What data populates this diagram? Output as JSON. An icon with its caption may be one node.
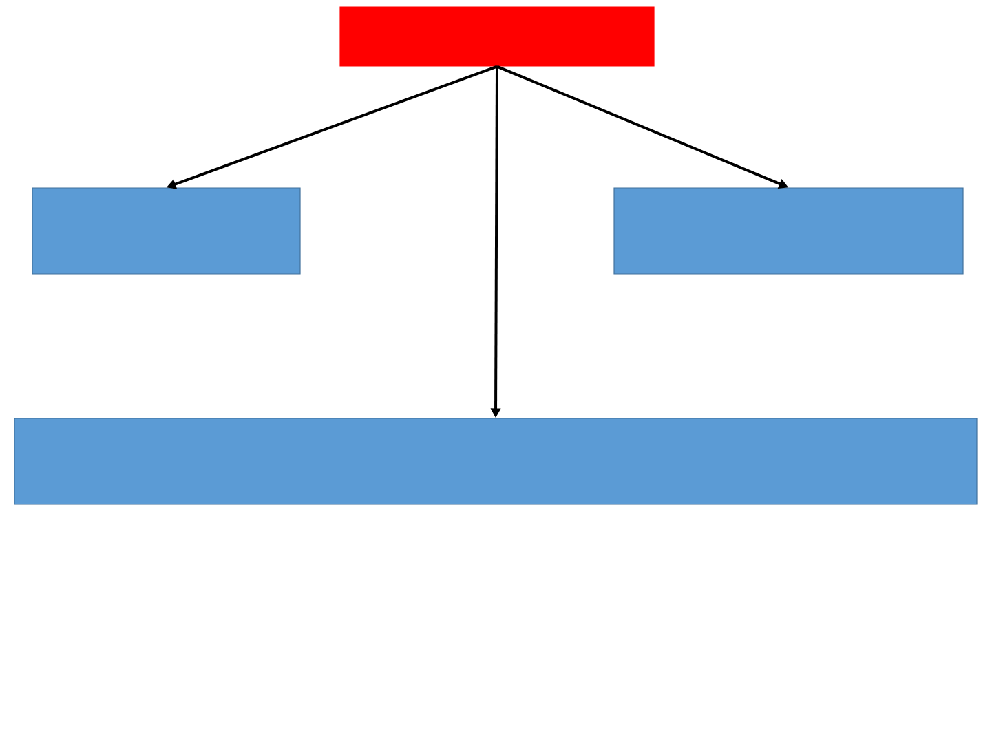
{
  "diagram": {
    "nodes": [
      {
        "text": [],
        "shape": "box"
      },
      {
        "text": [],
        "shape": "box"
      },
      {
        "text": [],
        "shape": "box"
      },
      {
        "text": [],
        "shape": "box"
      }
    ],
    "edges": [
      {
        "from": 0,
        "to": 1,
        "arrow": "to"
      },
      {
        "from": 0,
        "to": 3,
        "arrow": "to"
      },
      {
        "from": 0,
        "to": 2,
        "arrow": "to"
      }
    ]
  }
}
